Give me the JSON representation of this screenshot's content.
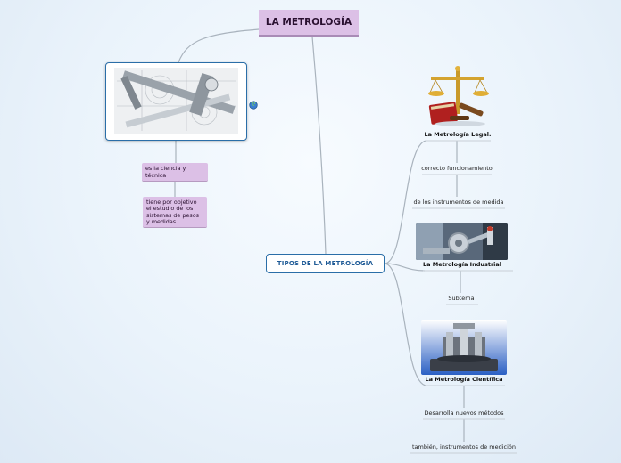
{
  "root": {
    "title": "LA METROLOGÍA"
  },
  "left_branch": {
    "definition": "es la ciencia y técnica",
    "objective": "tiene por objetivo el estudio de los sistemas de pesos y medidas"
  },
  "tipos": {
    "title": "TIPOS DE LA METROLOGÍA"
  },
  "types": [
    {
      "name": "La Metrología Legal.",
      "notes": [
        "correcto funcionamiento",
        "de los instrumentos de medida"
      ]
    },
    {
      "name": "La Metrología Industrial",
      "notes": [
        "Subtema"
      ]
    },
    {
      "name": "La Metrología Científica",
      "notes": [
        "Desarrolla nuevos métodos",
        "también, instrumentos de medición"
      ]
    }
  ],
  "colors": {
    "root_fill": "#dcc0e6",
    "accent_blue": "#2a6ea8",
    "line_gray": "#a9b3bd"
  }
}
